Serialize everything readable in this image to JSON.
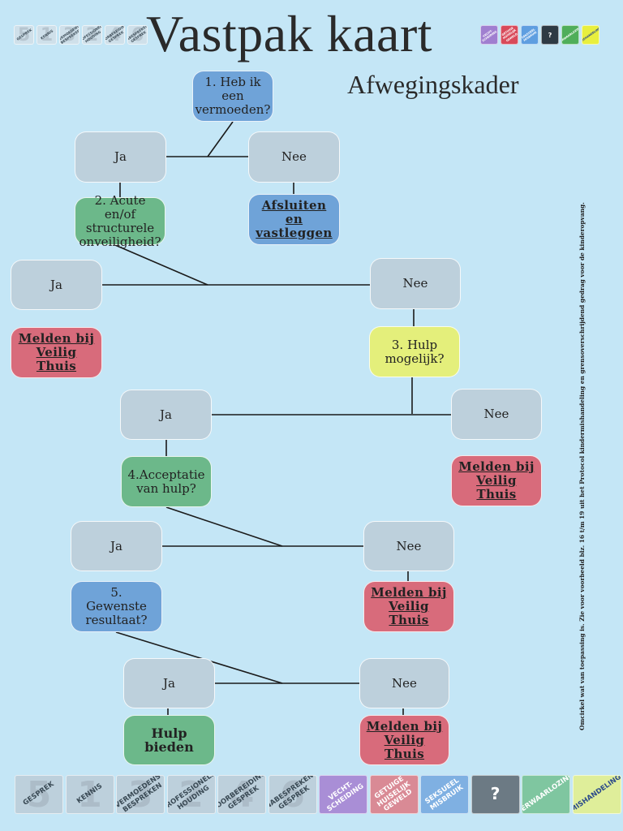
{
  "header": {
    "title": "Vastpak kaart",
    "subtitle": "Afwegingskader"
  },
  "side_note": "Omcirkel wat van toepassing is.    Zie voor voorbeeld blz. 16 t/m 19 uit het Protocol kindermishandeling en grensoverschrijdend gedrag voor de kinderopvang.",
  "flow": {
    "q1": "1. Heb ik een vermoeden?",
    "q1_yes": "Ja",
    "q1_no": "Nee",
    "close": "Afsluiten en vastleggen",
    "q2": "2. Acute en/of structurele onveiligheid?",
    "q2_yes": "Ja",
    "q2_no": "Nee",
    "report1": "Melden bij Veilig Thuis",
    "q3": "3. Hulp mogelijk?",
    "q3_yes": "Ja",
    "q3_no": "Nee",
    "report2": "Melden bij Veilig Thuis",
    "q4": "4.Acceptatie van hulp?",
    "q4_yes": "Ja",
    "q4_no": "Nee",
    "report3": "Melden bij Veilig Thuis",
    "q5": "5. Gewenste resultaat?",
    "q5_yes": "Ja",
    "q5_no": "Nee",
    "help": "Hulp bieden",
    "report4": "Melden bij Veilig Thuis"
  },
  "top_left_tiles": [
    {
      "num": "5",
      "label": "GESPREK"
    },
    {
      "num": "1",
      "label": "KENNIS"
    },
    {
      "num": "3",
      "label": "VERMOEDENS\nBESPREKEN"
    },
    {
      "num": "2",
      "label": "PROFESSIONELE\nHOUDING"
    },
    {
      "num": "4",
      "label": "VOORBEREIDING\nGESPREK"
    },
    {
      "num": "6",
      "label": "NABESPREKEN\nGESPREK"
    }
  ],
  "top_right_tiles": [
    {
      "label": "VECHT-\nSCHEIDING",
      "color": "#a07fd0"
    },
    {
      "label": "GETUIGE\nHUISELIJK\nGEWELD",
      "color": "#d84a5a"
    },
    {
      "label": "SEKSUEEL\nMISBRUIK",
      "color": "#5e9ee0"
    },
    {
      "label": "?",
      "color": "#2e3a44"
    },
    {
      "label": "VERWAARLOZING",
      "color": "#4fae5a"
    },
    {
      "label": "MISHANDELING",
      "color": "#e8ef3e"
    }
  ],
  "bottom_tiles": [
    {
      "num": "5",
      "label": "GESPREK",
      "color": "#bdd0dc"
    },
    {
      "num": "1",
      "label": "KENNIS",
      "color": "#bdd0dc"
    },
    {
      "num": "3",
      "label": "VERMOEDENS\nBESPREKEN",
      "color": "#bdd0dc"
    },
    {
      "num": "2",
      "label": "PROFESSIONELE\nHOUDING",
      "color": "#bdd0dc"
    },
    {
      "num": "4",
      "label": "VOORBEREIDING\nGESPREK",
      "color": "#bdd0dc"
    },
    {
      "num": "6",
      "label": "NABESPREKEN\nGESPREK",
      "color": "#bdd0dc"
    },
    {
      "num": "",
      "label": "VECHT-\nSCHEIDING",
      "color": "#a98ed6"
    },
    {
      "num": "",
      "label": "GETUIGE\nHUISELIJK\nGEWELD",
      "color": "#d98a95"
    },
    {
      "num": "",
      "label": "SEKSUEEL\nMISBRUIK",
      "color": "#7fb0e2"
    },
    {
      "num": "",
      "label": "?",
      "color": "#6c7a84"
    },
    {
      "num": "",
      "label": "VERWAARLOZING",
      "color": "#7fc6a0"
    },
    {
      "num": "",
      "label": "MISHANDELING",
      "color": "#dfee9a"
    }
  ]
}
